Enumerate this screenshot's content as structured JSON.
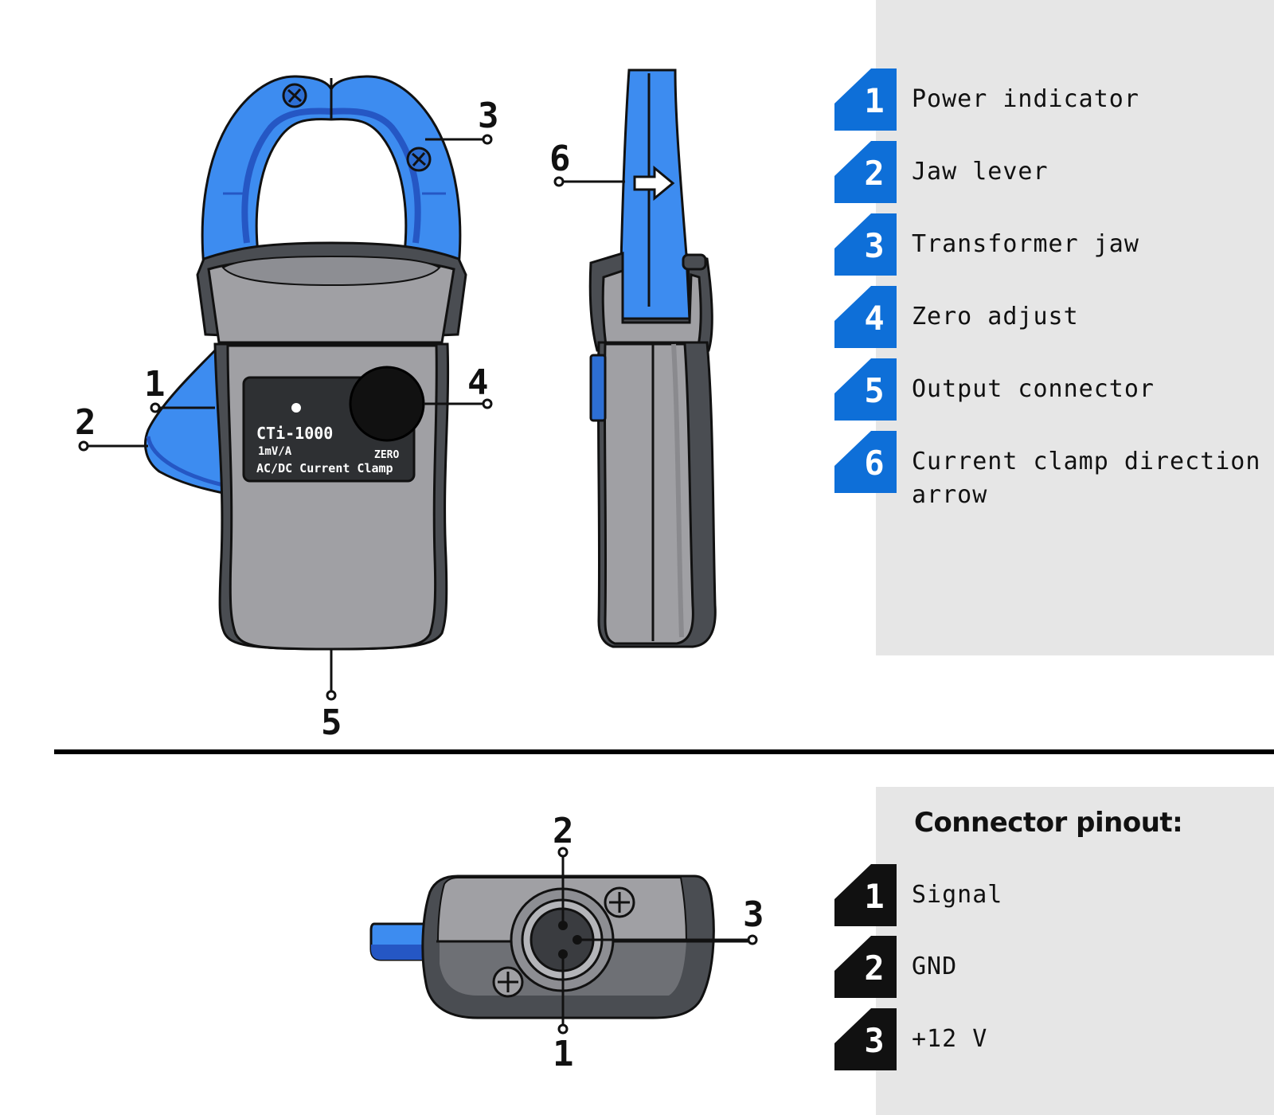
{
  "legend": {
    "items": [
      {
        "num": "1",
        "label": "Power indicator"
      },
      {
        "num": "2",
        "label": "Jaw lever"
      },
      {
        "num": "3",
        "label": "Transformer jaw"
      },
      {
        "num": "4",
        "label": "Zero adjust"
      },
      {
        "num": "5",
        "label": "Output connector"
      },
      {
        "num": "6",
        "label": "Current clamp direction arrow"
      }
    ],
    "badge_color": "#0e6fd8"
  },
  "pinout": {
    "title": "Connector pinout:",
    "items": [
      {
        "num": "1",
        "label": "Signal"
      },
      {
        "num": "2",
        "label": "GND"
      },
      {
        "num": "3",
        "label": "+12 V"
      }
    ],
    "badge_color": "#111111"
  },
  "device": {
    "model": "CTi-1000",
    "ratio": "1mV/A",
    "description": "AC/DC Current Clamp",
    "zero_label": "ZERO"
  },
  "callouts": {
    "front": [
      "1",
      "2",
      "3",
      "4",
      "5"
    ],
    "side": [
      "6"
    ],
    "connector": [
      "1",
      "2",
      "3"
    ]
  },
  "colors": {
    "body": "#a0a0a4",
    "body_dark": "#4a4d52",
    "jaw_blue": "#3d8cf0",
    "jaw_dark": "#2557c4",
    "panel_bg": "#e6e6e6"
  }
}
